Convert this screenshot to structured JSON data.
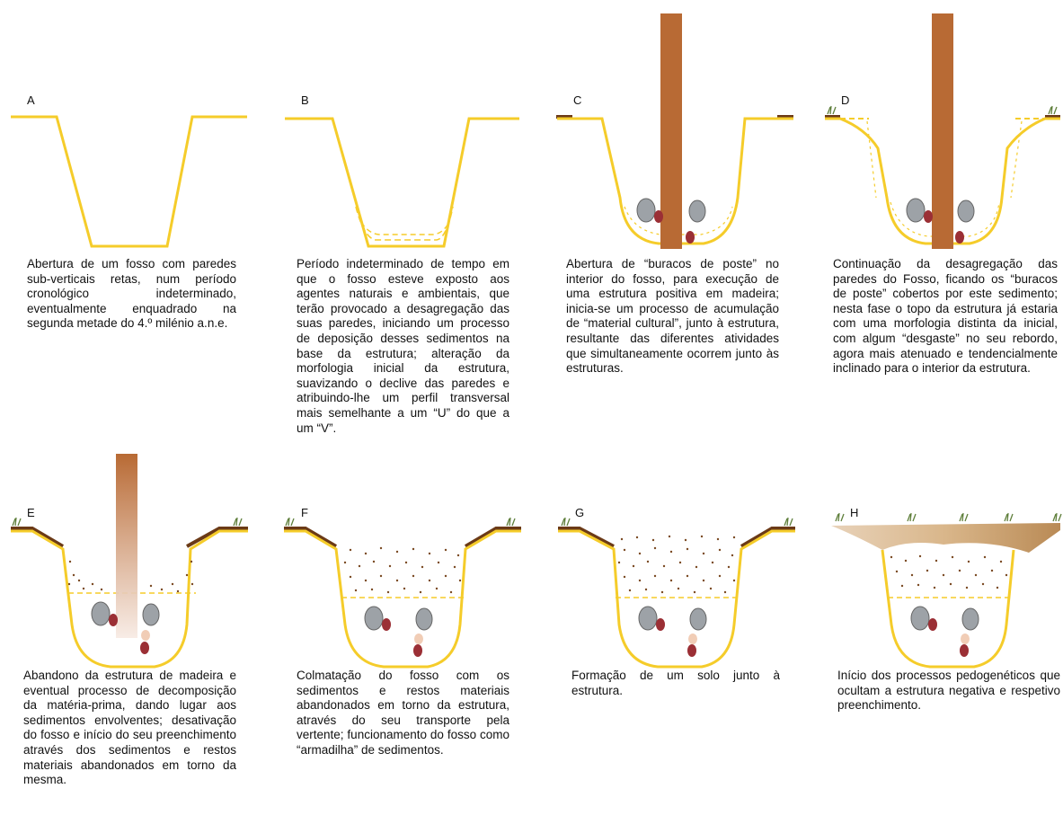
{
  "colors": {
    "ditch_outline": "#f5cc2a",
    "post": "#b86a34",
    "soil_brown": "#6b3a17",
    "grass": "#5f7f3b",
    "stone_grey": "#9da2a7",
    "bone_red": "#9b2f35",
    "background": "#ffffff"
  },
  "panels": [
    {
      "letter": "A",
      "caption": "Abertura de um fosso com paredes sub-verticais retas, num período cronológico indeterminado, eventualmente enquadrado na segunda metade do 4.º milénio a.n.e."
    },
    {
      "letter": "B",
      "caption": "Período indeterminado de tempo em que o fosso esteve exposto aos agentes naturais e ambientais, que terão provocado a desagregação das suas paredes, iniciando um processo de deposição desses sedimentos na base da estrutura; alteração da morfologia inicial da estrutura, suavizando o declive das paredes e atribuindo-lhe um perfil transversal mais semelhante a um “U” do que a um “V”."
    },
    {
      "letter": "C",
      "caption": "Abertura de “buracos de poste” no interior do fosso, para execução de uma estrutura positiva em madeira; inicia-se um processo de acumulação de “material cultural”, junto à estrutura, resultante das diferentes atividades que simultaneamente ocorrem junto às estruturas."
    },
    {
      "letter": "D",
      "caption": "Continuação da desagregação das paredes do Fosso, ficando os “buracos de poste” cobertos por este sedimento; nesta fase o topo da estrutura já estaria com uma morfologia distinta da inicial, com algum “desgaste” no seu rebordo, agora mais atenuado e tendencialmente inclinado para o interior da estrutura."
    },
    {
      "letter": "E",
      "caption": "Abandono da estrutura de madeira e eventual processo de decomposição da matéria-prima, dando lugar aos sedimentos envolventes; desativação do fosso e início do seu preenchimento através dos sedimentos e restos materiais abandonados em torno da mesma."
    },
    {
      "letter": "F",
      "caption": "Colmatação do fosso com os sedimentos e restos materiais abandonados em torno da estrutura, através do seu transporte pela vertente; funcionamento do fosso como “armadilha” de sedimentos."
    },
    {
      "letter": "G",
      "caption": "Formação de um solo junto à estrutura."
    },
    {
      "letter": "H",
      "caption": "Início dos processos pedogenéticos que ocultam a estrutura negativa e respetivo preenchimento."
    }
  ]
}
